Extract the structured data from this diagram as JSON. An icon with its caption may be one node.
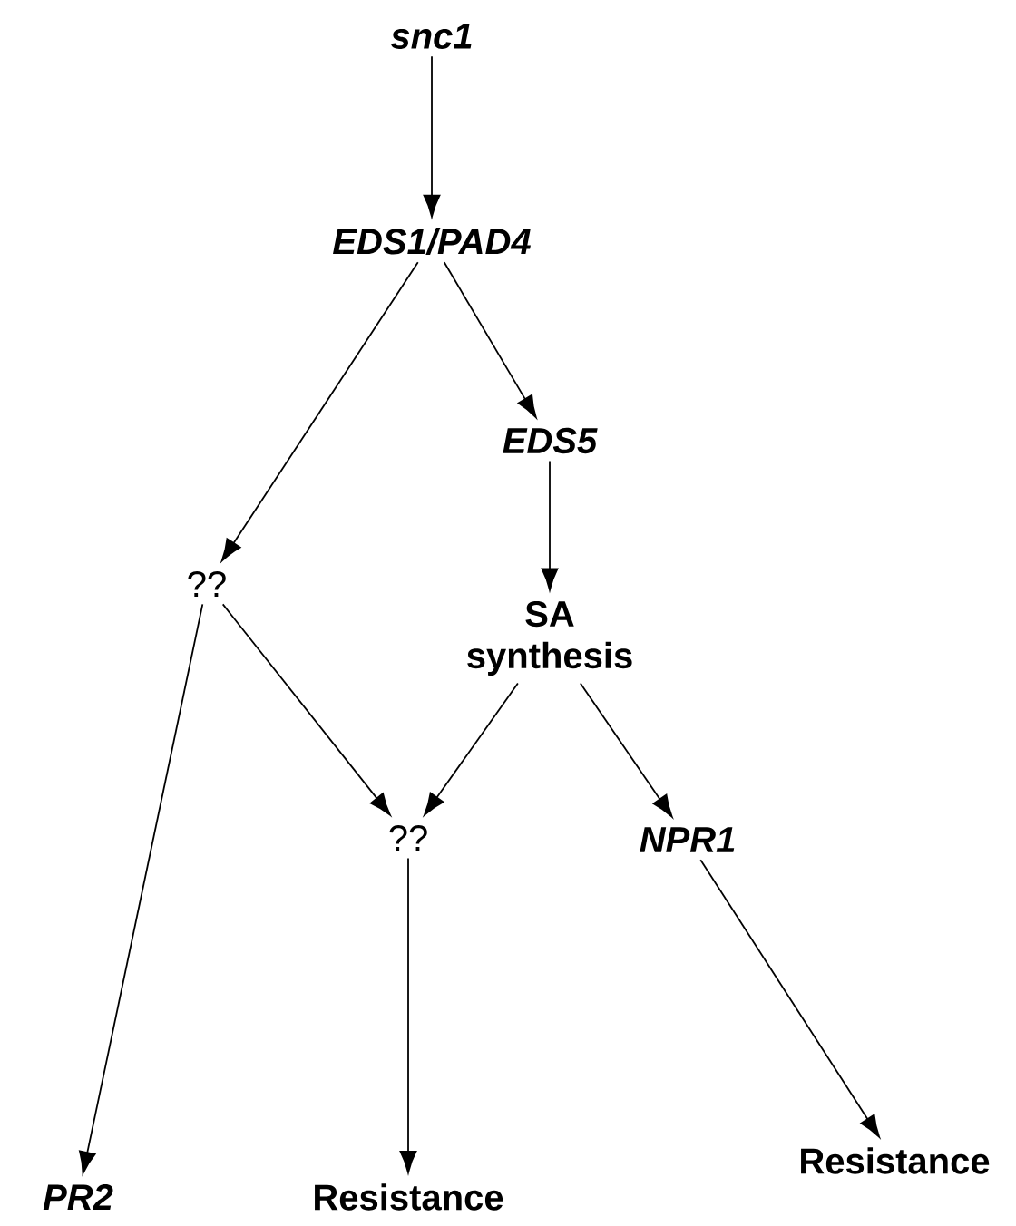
{
  "diagram": {
    "nodes": [
      {
        "text": [
          "snc1"
        ]
      },
      {
        "text": [
          "EDS1/PAD4"
        ]
      },
      {
        "text": [
          "EDS5"
        ]
      },
      {
        "text": [
          "??"
        ]
      },
      {
        "text": [
          "SA synthesis"
        ]
      },
      {
        "text": [
          "??"
        ]
      },
      {
        "text": [
          "NPR1"
        ]
      },
      {
        "text": [
          "PR2"
        ]
      },
      {
        "text": [
          "Resistance"
        ]
      },
      {
        "text": [
          "Resistance"
        ]
      }
    ],
    "edges": [
      {
        "from": 0,
        "to": 1,
        "arrow": "to"
      },
      {
        "from": 1,
        "to": 3,
        "arrow": "to"
      },
      {
        "from": 1,
        "to": 2,
        "arrow": "to"
      },
      {
        "from": 2,
        "to": 4,
        "arrow": "to"
      },
      {
        "from": 3,
        "to": 7,
        "arrow": "to"
      },
      {
        "from": 3,
        "to": 5,
        "arrow": "to"
      },
      {
        "from": 4,
        "to": 5,
        "arrow": "to"
      },
      {
        "from": 4,
        "to": 6,
        "arrow": "to"
      },
      {
        "from": 5,
        "to": 8,
        "arrow": "to"
      },
      {
        "from": 6,
        "to": 9,
        "arrow": "to"
      }
    ]
  }
}
